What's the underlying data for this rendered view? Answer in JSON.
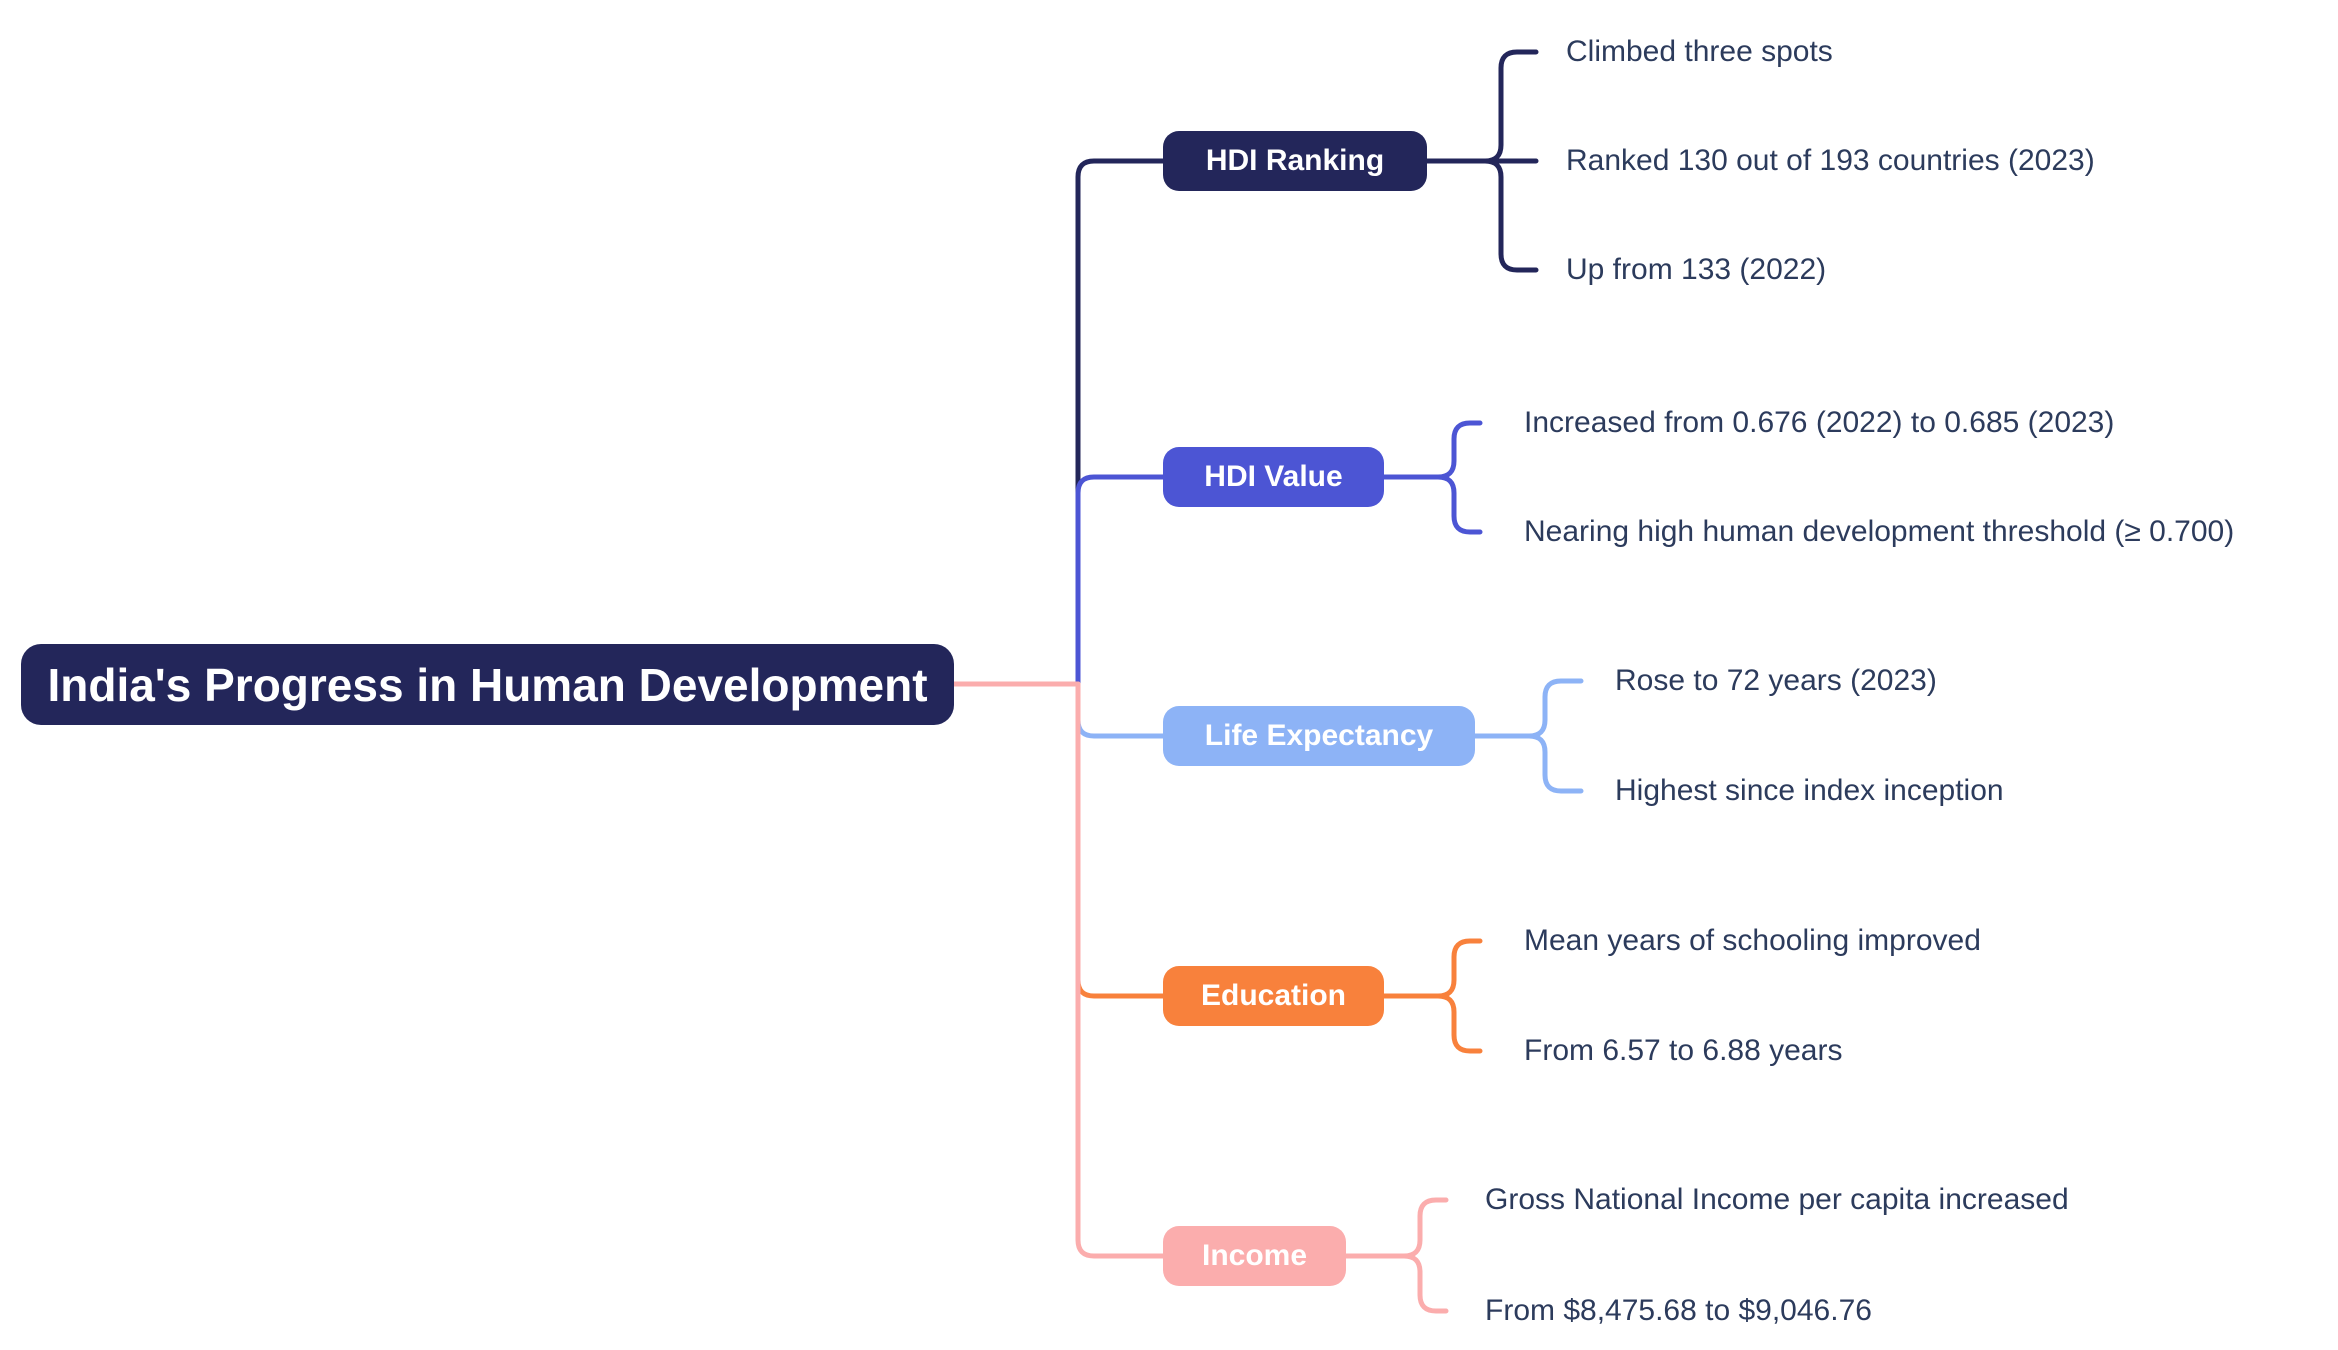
{
  "title": "India's Progress in Human Development mind map",
  "root": {
    "label": "India's Progress in Human Development",
    "color": "#23265a",
    "connector_color": "#fbadad"
  },
  "palette": {
    "navy": "#23265a",
    "blue": "#4c55d4",
    "lightblue": "#8db3f6",
    "orange": "#f8813c",
    "pink": "#fbadad",
    "leaf_text": "#2c3b5c",
    "background": "#ffffff"
  },
  "branches": [
    {
      "label": "HDI Ranking",
      "color": "#23265a",
      "children": [
        "Climbed three spots",
        "Ranked 130 out of 193 countries (2023)",
        "Up from 133 (2022)"
      ]
    },
    {
      "label": "HDI Value",
      "color": "#4c55d4",
      "children": [
        "Increased from 0.676 (2022) to 0.685 (2023)",
        "Nearing high human development threshold (≥ 0.700)"
      ]
    },
    {
      "label": "Life Expectancy",
      "color": "#8db3f6",
      "children": [
        "Rose to 72 years (2023)",
        "Highest since index inception"
      ]
    },
    {
      "label": "Education",
      "color": "#f8813c",
      "children": [
        "Mean years of schooling improved",
        "From 6.57 to 6.88 years"
      ]
    },
    {
      "label": "Income",
      "color": "#fbadad",
      "children": [
        "Gross National Income per capita increased",
        "From $8,475.68 to $9,046.76"
      ]
    }
  ]
}
